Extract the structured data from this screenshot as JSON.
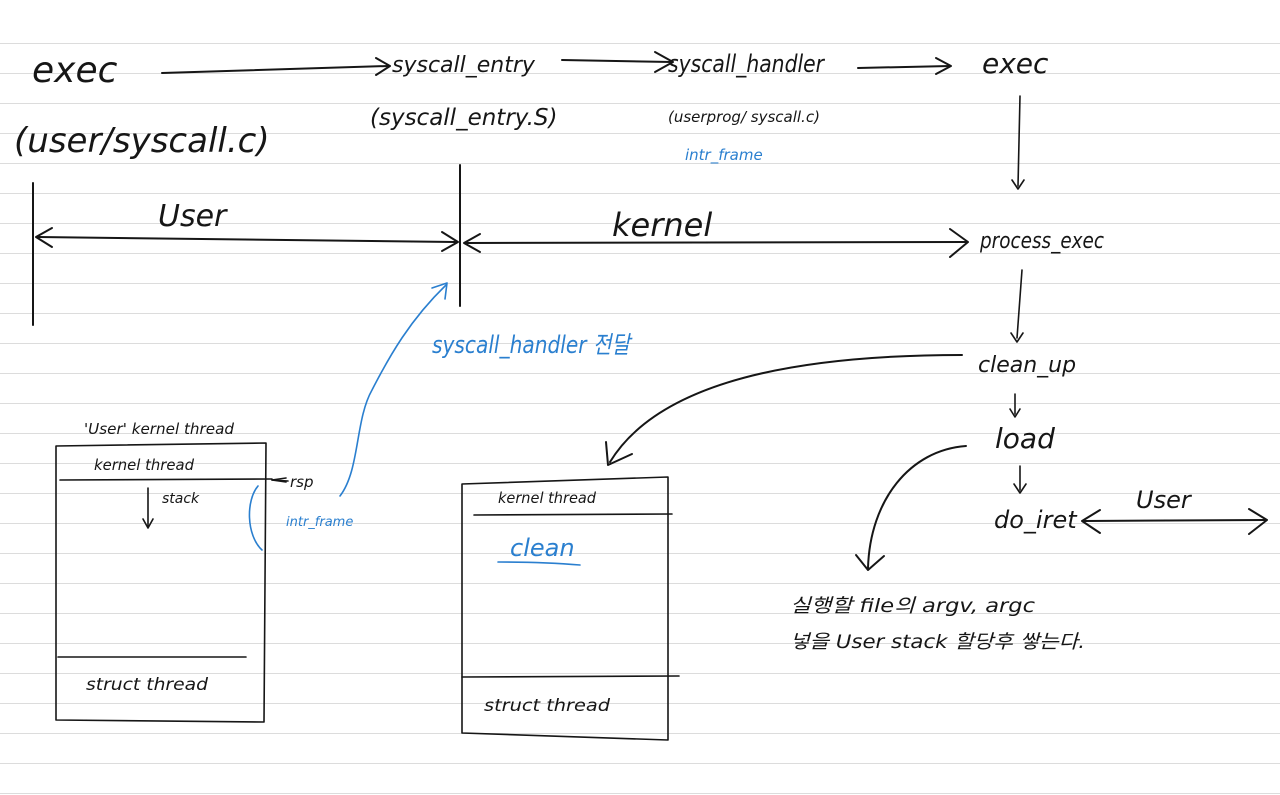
{
  "flow": {
    "exec_start": "exec",
    "user_syscall_file": "(user/syscall.c)",
    "syscall_entry": "syscall_entry",
    "syscall_entry_file": "(syscall_entry.S)",
    "syscall_handler": "syscall_handler",
    "syscall_handler_file": "(userprog/ syscall.c)",
    "intr_frame_blue": "intr_frame",
    "exec_end": "exec",
    "process_exec": "process_exec",
    "clean_up": "clean_up",
    "load": "load",
    "do_iret": "do_iret",
    "user_right": "User"
  },
  "timeline": {
    "user_label": "User",
    "kernel_label": "kernel"
  },
  "blue_note": "syscall_handler 전달",
  "left_box": {
    "title": "'User' kernel thread",
    "header": "kernel thread",
    "stack": "stack",
    "rsp": "rsp",
    "intr_frame": "intr_frame",
    "footer": "struct thread"
  },
  "middle_box": {
    "header": "kernel thread",
    "clean": "clean",
    "footer": "struct thread"
  },
  "load_note": {
    "line1": "실행할 file의 argv, argc",
    "line2": "넣을 User stack 할당후 쌓는다."
  },
  "colors": {
    "ink": "#161616",
    "blue": "#2a7fcf",
    "ruled_line": "#dcdcdc"
  }
}
